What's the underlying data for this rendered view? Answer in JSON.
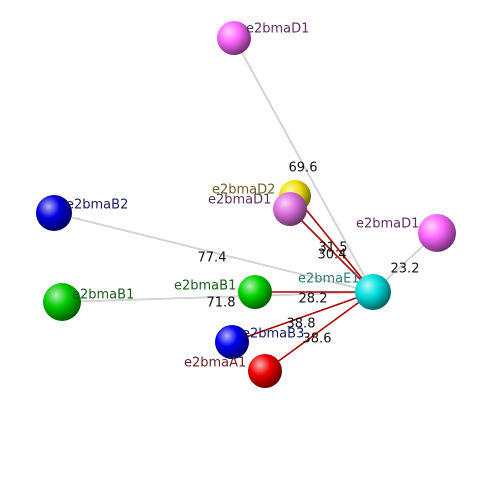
{
  "center": {
    "label": "e2bmaE1",
    "color": "#00e0e0",
    "label_color": "#2a7a7a"
  },
  "nodes": [
    {
      "id": "d1-top",
      "label": "e2bmaD1",
      "color": "#ff66ff",
      "label_color": "#5a3060",
      "distance": "69.6",
      "bond": "gray"
    },
    {
      "id": "b2",
      "label": "e2bmaB2",
      "color": "#0000dd",
      "label_color": "#1a1a60",
      "distance": "77.4",
      "bond": "gray"
    },
    {
      "id": "d2",
      "label": "e2bmaD2",
      "color": "#f0e000",
      "label_color": "#6a6020",
      "distance": "31.5",
      "bond": "red"
    },
    {
      "id": "d1-mid",
      "label": "e2bmaD1",
      "color": "#e070e0",
      "label_color": "#5a3060",
      "distance": "30.4",
      "bond": "red"
    },
    {
      "id": "d1-right",
      "label": "e2bmaD1",
      "color": "#ff66ff",
      "label_color": "#5a3060",
      "distance": "23.2",
      "bond": "gray"
    },
    {
      "id": "b1-left",
      "label": "e2bmaB1",
      "color": "#00cc00",
      "label_color": "#1a5a1a",
      "distance": "71.8",
      "bond": "gray"
    },
    {
      "id": "b1-mid",
      "label": "e2bmaB1",
      "color": "#00d400",
      "label_color": "#1a5a1a",
      "distance": "28.2",
      "bond": "red"
    },
    {
      "id": "b3",
      "label": "e2bmaB3",
      "color": "#0000ee",
      "label_color": "#1a1a60",
      "distance": "38.8",
      "bond": "red"
    },
    {
      "id": "a1",
      "label": "e2bmaA1",
      "color": "#ee0000",
      "label_color": "#6a2020",
      "distance": "38.6",
      "bond": "red"
    }
  ]
}
